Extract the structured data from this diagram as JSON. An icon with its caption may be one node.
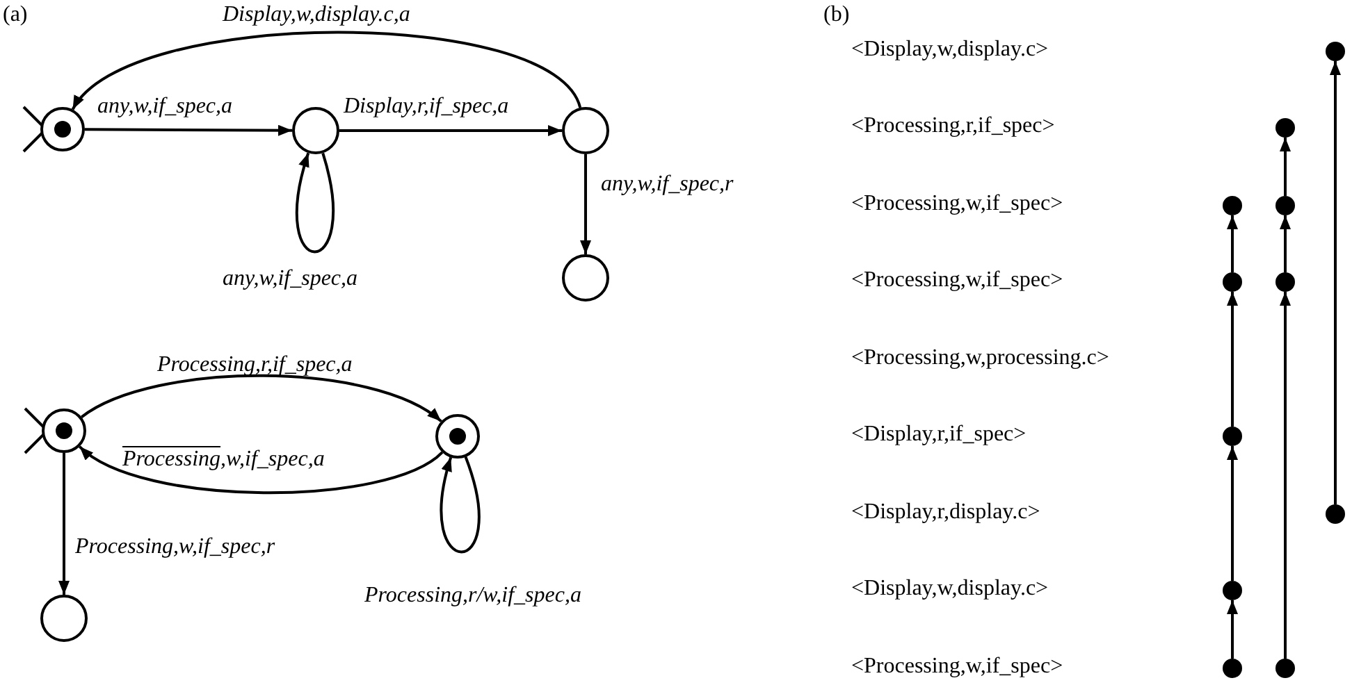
{
  "diagram": {
    "nodes": [
      {
        "text": [],
        "shape": "bullseye"
      },
      {
        "text": [],
        "shape": "circle"
      },
      {
        "text": [],
        "shape": "circle"
      },
      {
        "text": [],
        "shape": "circle"
      },
      {
        "text": [],
        "shape": "bullseye"
      },
      {
        "text": [],
        "shape": "bullseye"
      },
      {
        "text": [],
        "shape": "circle"
      },
      {
        "text": [],
        "shape": "dot"
      },
      {
        "text": [],
        "shape": "dot"
      },
      {
        "text": [],
        "shape": "dot"
      },
      {
        "text": [],
        "shape": "dot"
      },
      {
        "text": [],
        "shape": "dot"
      },
      {
        "text": [],
        "shape": "dot"
      },
      {
        "text": [],
        "shape": "dot"
      },
      {
        "text": [],
        "shape": "dot"
      },
      {
        "text": [],
        "shape": "dot"
      },
      {
        "text": [],
        "shape": "dot"
      },
      {
        "text": [],
        "shape": "dot"
      }
    ],
    "edges": [
      {
        "from": 0,
        "to": 1,
        "arrow": "to",
        "label": "any,w,if_spec,a"
      },
      {
        "from": 1,
        "to": 1,
        "arrow": "to",
        "label": "any,w,if_spec,a"
      },
      {
        "from": 1,
        "to": 2,
        "arrow": "to",
        "label": "Display,r,if_spec,a"
      },
      {
        "from": 2,
        "to": 0,
        "arrow": "to",
        "label": "Display,w,display.c,a"
      },
      {
        "from": 2,
        "to": 3,
        "arrow": "to",
        "label": "any,w,if_spec,r"
      },
      {
        "from": 4,
        "to": 5,
        "arrow": "to",
        "label": "Processing,r,if_spec,a"
      },
      {
        "from": 5,
        "to": 4,
        "arrow": "to",
        "label": "Processing,w,if_spec,a"
      },
      {
        "from": 5,
        "to": 5,
        "arrow": "to",
        "label": "Processing,r/w,if_spec,a"
      },
      {
        "from": 4,
        "to": 6,
        "arrow": "to",
        "label": "Processing,w,if_spec,r"
      },
      {
        "from": 16,
        "to": 15,
        "arrow": "to"
      },
      {
        "from": 15,
        "to": 13,
        "arrow": "to"
      },
      {
        "from": 13,
        "to": 11,
        "arrow": "to"
      },
      {
        "from": 11,
        "to": 9,
        "arrow": "to"
      },
      {
        "from": 17,
        "to": 12,
        "arrow": "to"
      },
      {
        "from": 12,
        "to": 10,
        "arrow": "to"
      },
      {
        "from": 10,
        "to": 8,
        "arrow": "to"
      },
      {
        "from": 14,
        "to": 7,
        "arrow": "to"
      }
    ],
    "labels": [
      "(a)",
      "(b)",
      "<Display,w,display.c>",
      "<Processing,r,if_spec>",
      "<Processing,w,if_spec>",
      "<Processing,w,if_spec>",
      "<Processing,w,processing.c>",
      "<Display,r,if_spec>",
      "<Display,r,display.c>",
      "<Display,w,display.c>",
      "<Processing,w,if_spec>"
    ]
  }
}
